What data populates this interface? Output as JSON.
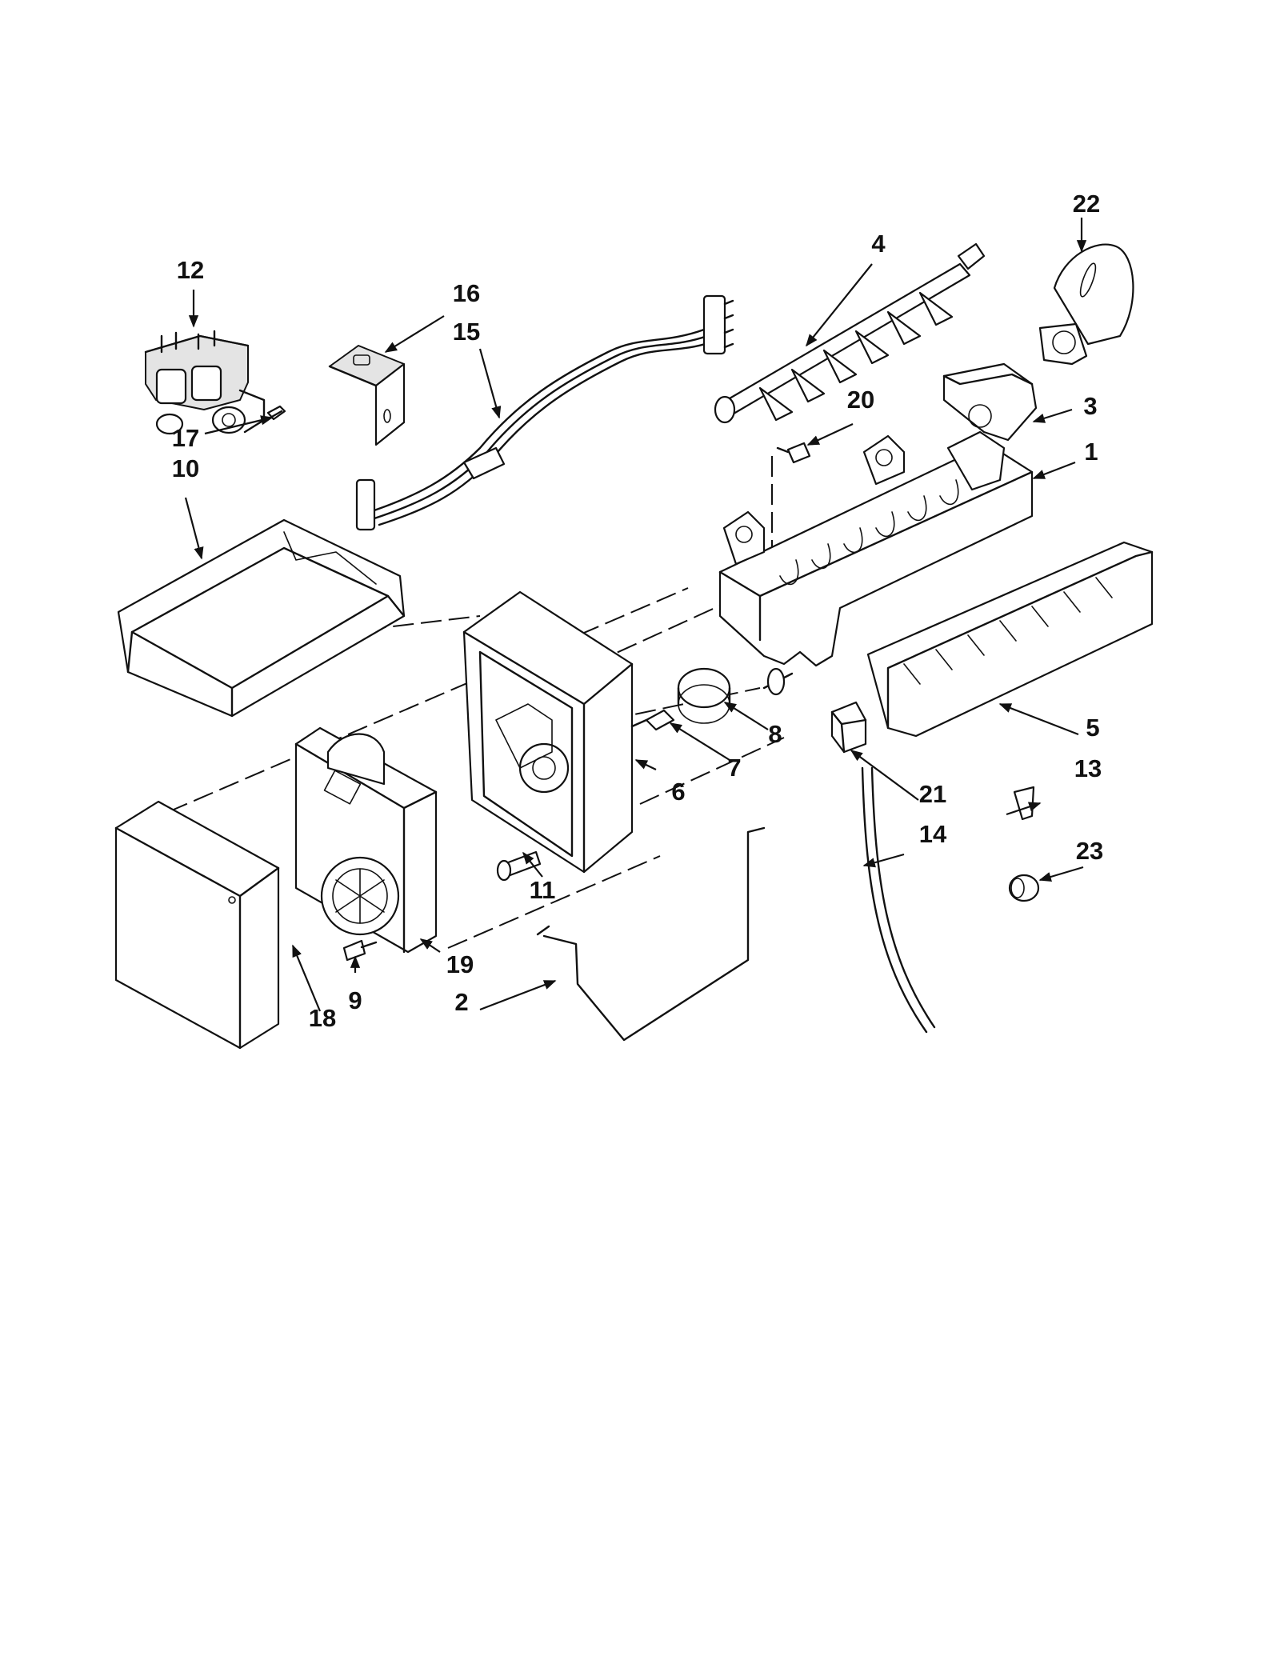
{
  "diagram": {
    "callouts": [
      {
        "id": "1",
        "text": "1"
      },
      {
        "id": "2",
        "text": "2"
      },
      {
        "id": "3",
        "text": "3"
      },
      {
        "id": "4",
        "text": "4"
      },
      {
        "id": "5",
        "text": "5"
      },
      {
        "id": "6",
        "text": "6"
      },
      {
        "id": "7",
        "text": "7"
      },
      {
        "id": "8",
        "text": "8"
      },
      {
        "id": "9",
        "text": "9"
      },
      {
        "id": "10",
        "text": "10"
      },
      {
        "id": "11",
        "text": "11"
      },
      {
        "id": "12",
        "text": "12"
      },
      {
        "id": "13",
        "text": "13"
      },
      {
        "id": "14",
        "text": "14"
      },
      {
        "id": "15",
        "text": "15"
      },
      {
        "id": "16",
        "text": "16"
      },
      {
        "id": "17",
        "text": "17"
      },
      {
        "id": "18",
        "text": "18"
      },
      {
        "id": "19",
        "text": "19"
      },
      {
        "id": "20",
        "text": "20"
      },
      {
        "id": "21",
        "text": "21"
      },
      {
        "id": "22",
        "text": "22"
      },
      {
        "id": "23",
        "text": "23"
      }
    ]
  },
  "colors": {
    "line": "#111111",
    "background": "#ffffff",
    "shade": "#e4e4e4"
  }
}
